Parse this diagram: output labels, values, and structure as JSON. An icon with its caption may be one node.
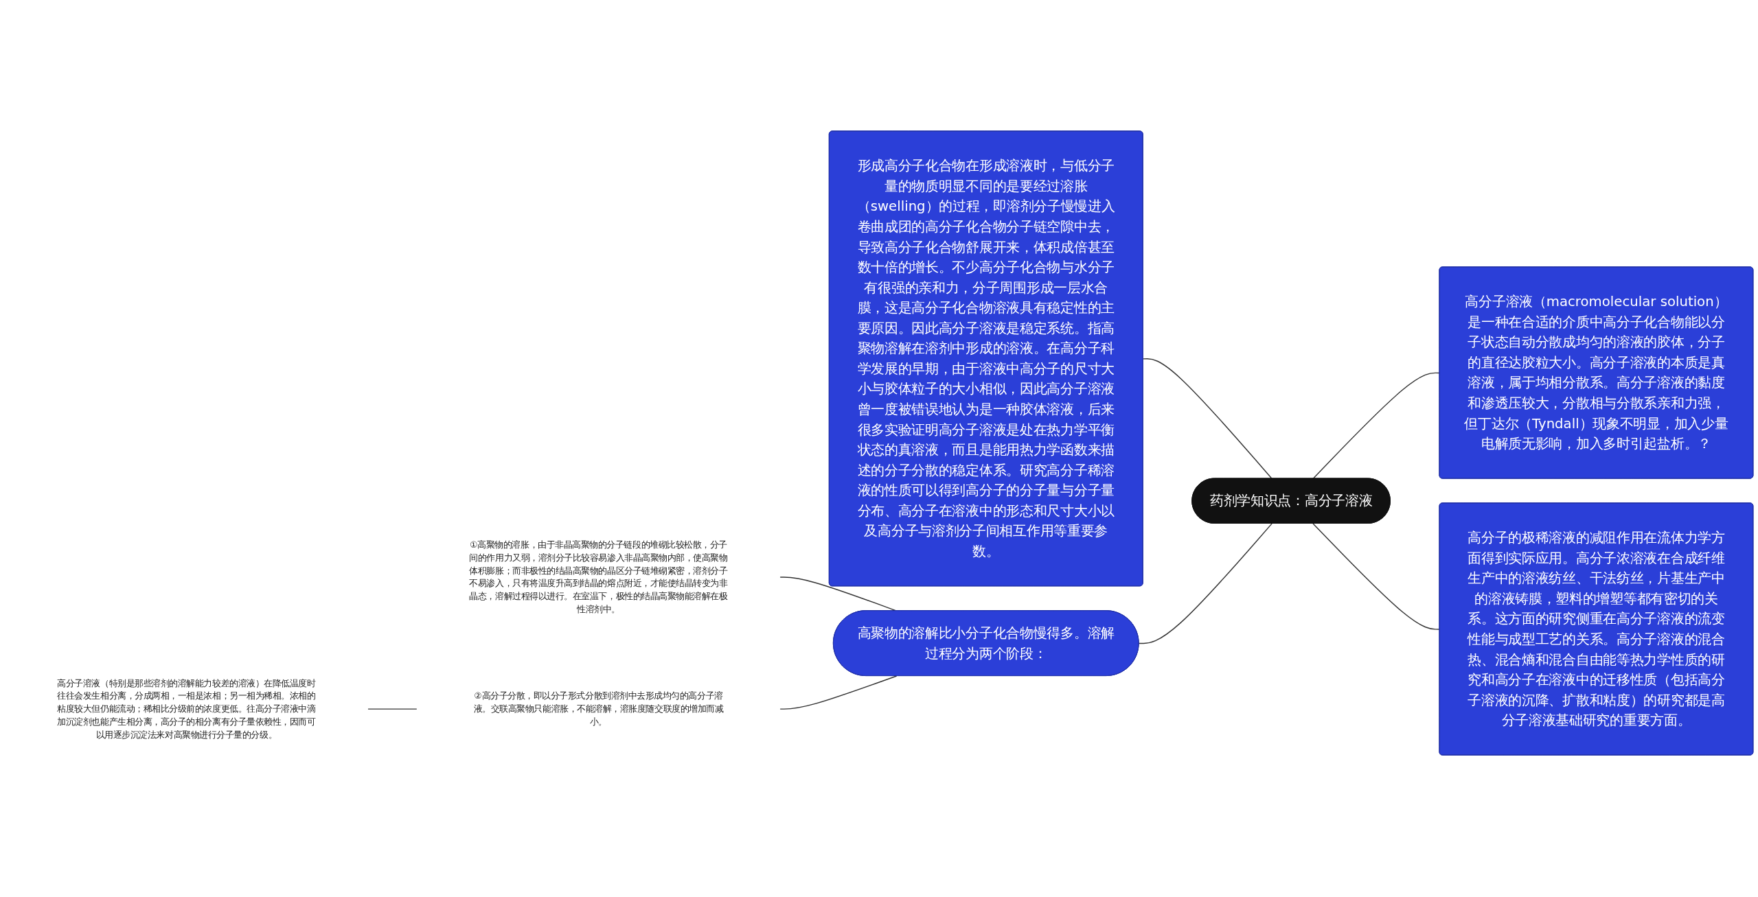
{
  "diagram": {
    "nodes": [
      {
        "text": [
          "药剂学知识点：高分子溶液"
        ]
      },
      {
        "text": [
          "形成高分子化合物在形成溶液时，与低分子量的物质明显不同的是要经过溶胀（swelling）的过程，即溶剂分子慢慢进入卷曲成团的高分子化合物分子链空隙中去，导致高分子化合物舒展开来，体积成倍甚至数十倍的增长。不少高分子化合物与水分子有很强的亲和力，分子周围形成一层水合膜，这是高分子化合物溶液具有稳定性的主要原因。因此高分子溶液是稳定系统。指高聚物溶解在溶剂中形成的溶液。在高分子科学发展的早期，由于溶液中高分子的尺寸大小与胶体粒子的大小相似，因此高分子溶液曾一度被错误地认为是一种胶体溶液，后来很多实验证明高分子溶液是处在热力学平衡状态的真溶液，而且是能用热力学函数来描述的分子分散的稳定体系。研究高分子稀溶液的性质可以得到高分子的分子量与分子量分布、高分子在溶液中的形态和尺寸大小以及高分子与溶剂分子间相互作用等重要参数。"
        ]
      },
      {
        "text": [
          "高分子溶液（macromolecular solution）是一种在合适的介质中高分子化合物能以分子状态自动分散成均匀的溶液的胶体，分子的直径达胶粒大小。高分子溶液的本质是真溶液，属于均相分散系。高分子溶液的黏度和渗透压较大，分散相与分散系亲和力强，但丁达尔（Tyndall）现象不明显，加入少量电解质无影响，加入多时引起盐析。？"
        ]
      },
      {
        "text": [
          "高分子的极稀溶液的减阻作用在流体力学方面得到实际应用。高分子浓溶液在合成纤维生产中的溶液纺丝、干法纺丝，片基生产中的溶液铸膜，塑料的增塑等都有密切的关系。这方面的研究侧重在高分子溶液的流变性能与成型工艺的关系。高分子溶液的混合热、混合熵和混合自由能等热力学性质的研究和高分子在溶液中的迁移性质（包括高分子溶液的沉降、扩散和粘度）的研究都是高分子溶液基础研究的重要方面。"
        ]
      },
      {
        "text": [
          "高聚物的溶解比小分子化合物慢得多。溶解过程分为两个阶段："
        ]
      },
      {
        "text": [
          "①高聚物的溶胀，由于非晶高聚物的分子链段的堆砌比较松散，分子间的作用力又弱，溶剂分子比较容易渗入非晶高聚物内部，使高聚物体积膨胀；而非极性的结晶高聚物的晶区分子链堆砌紧密，溶剂分子不易渗入，只有将温度升高到结晶的熔点附近，才能使结晶转变为非晶态，溶解过程得以进行。在室温下，极性的结晶高聚物能溶解在极性溶剂中。"
        ]
      },
      {
        "text": [
          "②高分子分散，即以分子形式分散到溶剂中去形成均匀的高分子溶液。交联高聚物只能溶胀，不能溶解，溶胀度随交联度的增加而减小。"
        ]
      },
      {
        "text": [
          "高分子溶液（特别是那些溶剂的溶解能力较差的溶液）在降低温度时往往会发生相分离，分成两相，一相是浓相；另一相为稀相。浓相的粘度较大但仍能流动；稀相比分级前的浓度更低。往高分子溶液中滴加沉淀剂也能产生相分离，高分子的相分离有分子量依赖性，因而可以用逐步沉淀法来对高聚物进行分子量的分级。"
        ]
      }
    ],
    "edges": [
      {
        "from": 1,
        "to": 0,
        "arrow": "none"
      },
      {
        "from": 4,
        "to": 0,
        "arrow": "none"
      },
      {
        "from": 0,
        "to": 2,
        "arrow": "none"
      },
      {
        "from": 0,
        "to": 3,
        "arrow": "none"
      },
      {
        "from": 5,
        "to": 4,
        "arrow": "none"
      },
      {
        "from": 6,
        "to": 4,
        "arrow": "none"
      },
      {
        "from": 7,
        "to": 6,
        "arrow": "none"
      }
    ]
  }
}
